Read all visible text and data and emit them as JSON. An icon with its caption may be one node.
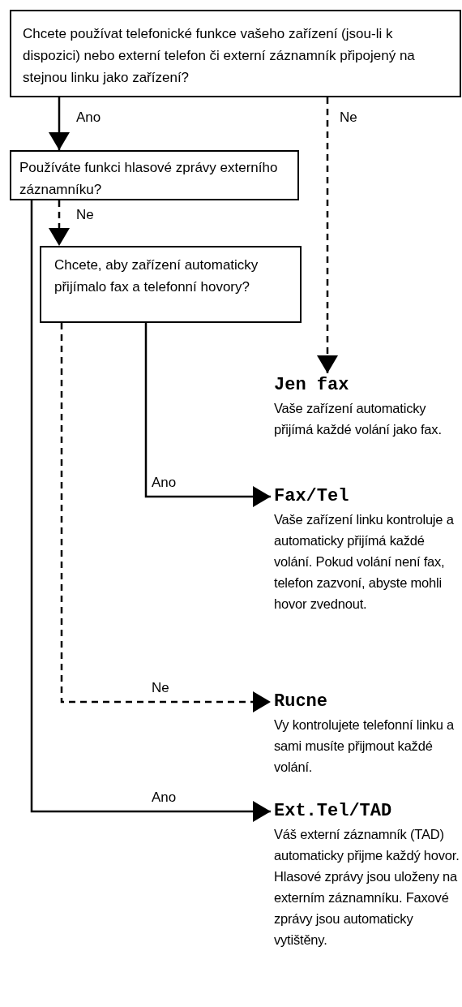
{
  "diagram": {
    "nodes": [
      {
        "text": [
          "Chcete používat telefonické funkce vašeho zařízení (jsou-li k dispozici) nebo externí telefon či externí záznamník připojený na stejnou linku jako zařízení?"
        ]
      },
      {
        "text": [
          "Používáte funkci hlasové zprávy externího záznamníku?"
        ]
      },
      {
        "text": [
          "Chcete, aby zařízení automaticky přijímalo fax a telefonní hovory?"
        ]
      },
      {
        "text": [
          "Jen fax",
          "Vaše zařízení automaticky přijímá každé volání jako fax."
        ]
      },
      {
        "text": [
          "Fax/Tel",
          "Vaše zařízení linku kontroluje a automaticky přijímá každé volání. Pokud volání není fax, telefon zazvoní, abyste mohli hovor zvednout."
        ]
      },
      {
        "text": [
          "Rucne",
          "Vy kontrolujete telefonní linku a sami musíte přijmout každé volání."
        ]
      },
      {
        "text": [
          "Ext.Tel/TAD",
          "Váš externí záznamník (TAD) automaticky přijme každý hovor. Hlasové zprávy jsou uloženy na externím záznamníku. Faxové zprávy jsou automaticky vytištěny."
        ]
      }
    ],
    "edges": [
      {
        "from": 0,
        "to": 1,
        "arrow": "to",
        "label": "Ano"
      },
      {
        "from": 0,
        "to": 3,
        "arrow": "to",
        "label": "Ne",
        "style": "dashed"
      },
      {
        "from": 1,
        "to": 2,
        "arrow": "to",
        "label": "Ne",
        "style": "dashed"
      },
      {
        "from": 2,
        "to": 4,
        "arrow": "to",
        "label": "Ano"
      },
      {
        "from": 2,
        "to": 5,
        "arrow": "to",
        "label": "Ne",
        "style": "dashed"
      },
      {
        "from": 1,
        "to": 6,
        "arrow": "to",
        "label": "Ano"
      }
    ]
  }
}
